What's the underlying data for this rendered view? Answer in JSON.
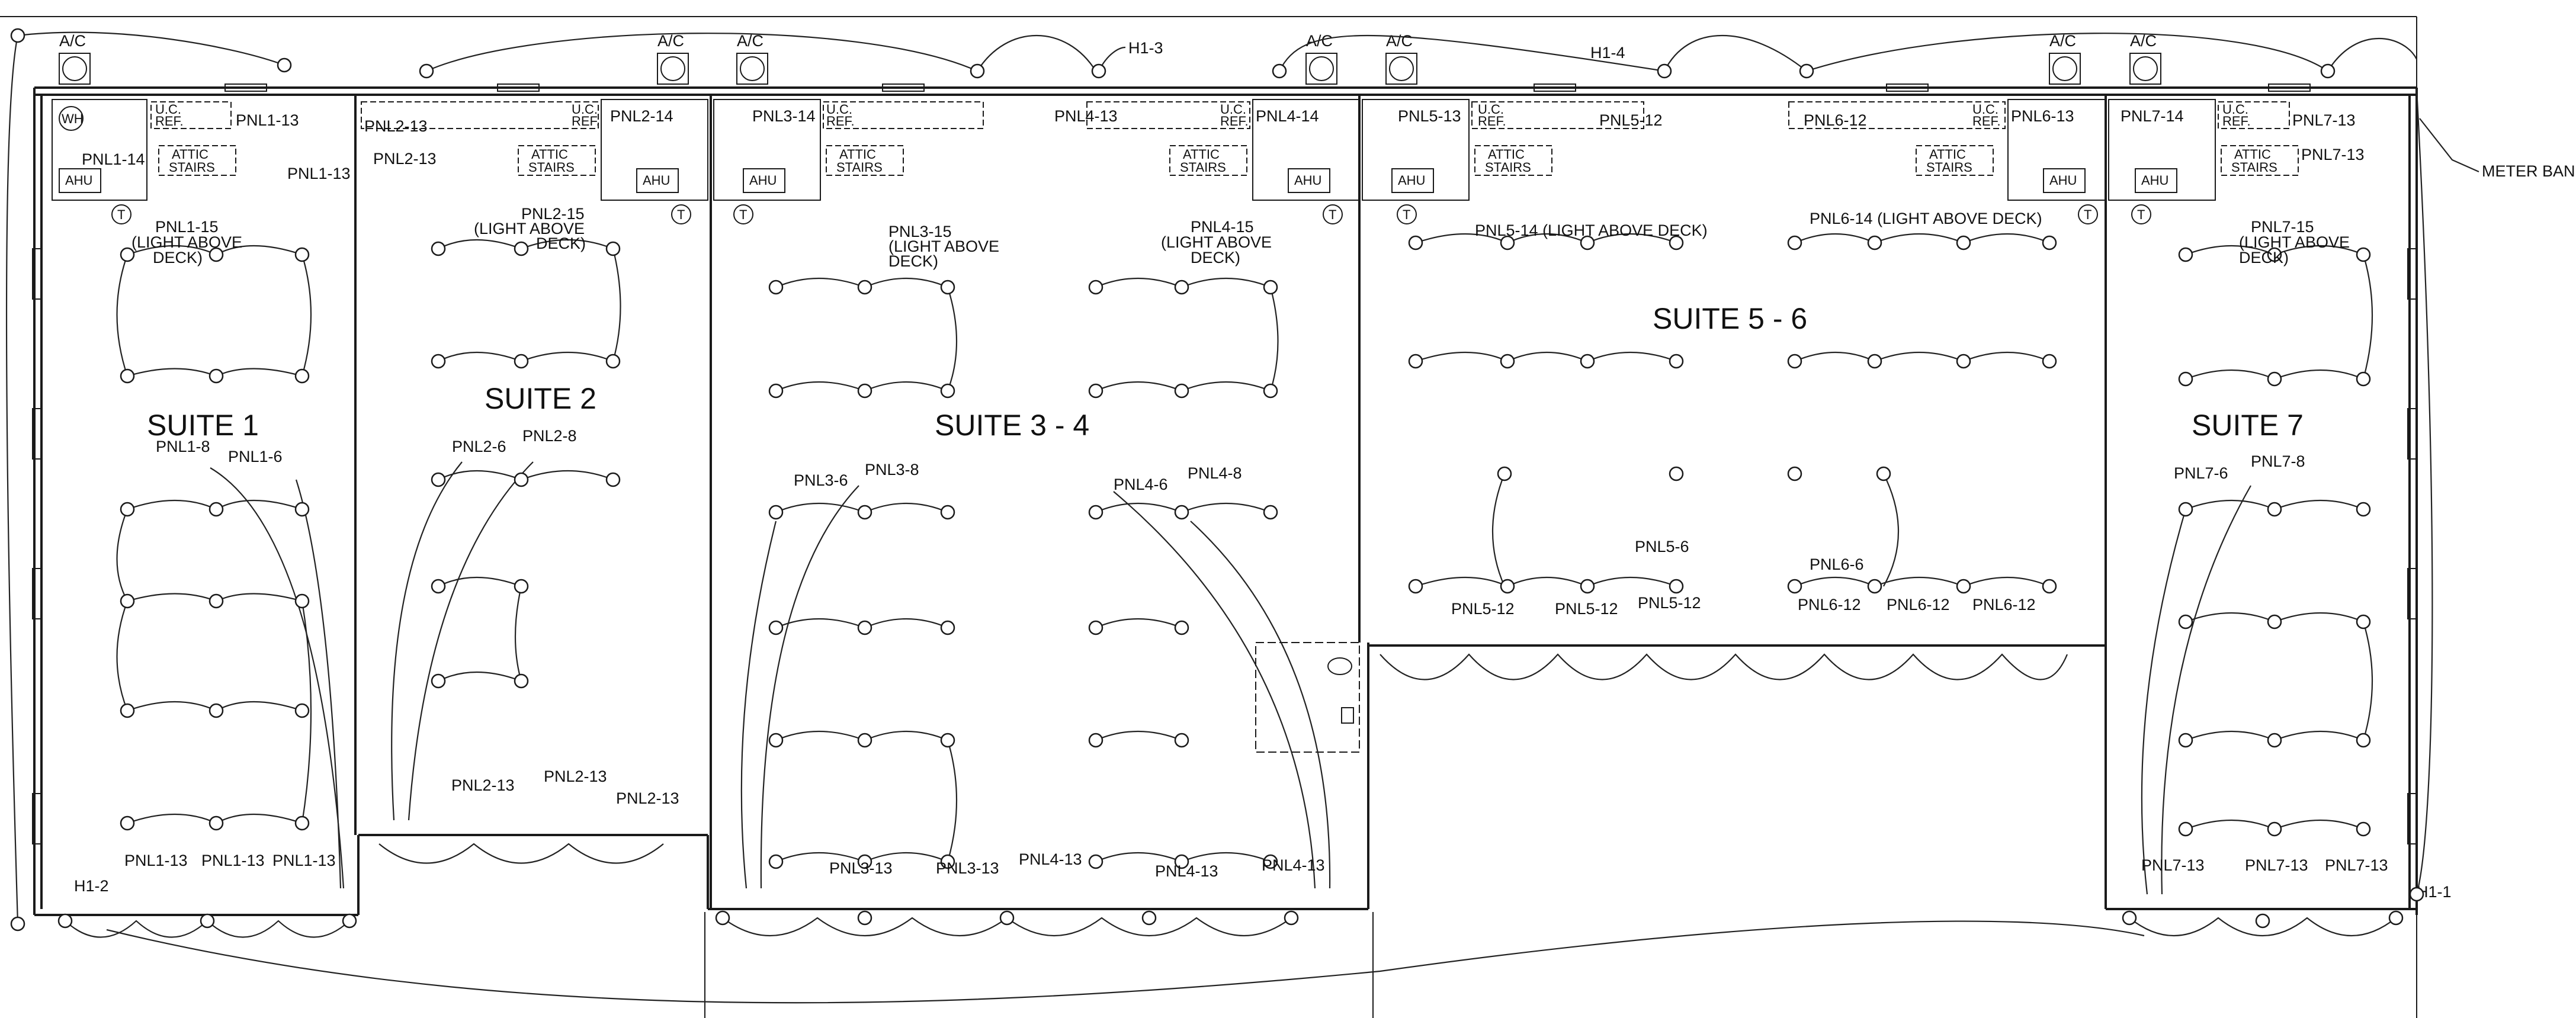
{
  "suites": {
    "s1": "SUITE 1",
    "s2": "SUITE 2",
    "s34": "SUITE 3 - 4",
    "s56": "SUITE 5 - 6",
    "s7": "SUITE 7"
  },
  "ac_label": "A/C",
  "meter": "METER BAN",
  "homeruns": {
    "h11": "H1-1",
    "h12": "H1-2",
    "h13": "H1-3",
    "h14": "H1-4"
  },
  "room_labels": {
    "attic": [
      "ATTIC",
      "STAIRS"
    ],
    "uc_ref": [
      "U.C.",
      "REF."
    ],
    "wh": "WH",
    "ahu": "AHU",
    "pnl": "PNL",
    "thermostat": "T"
  },
  "circuits": {
    "pnl1_13": "PNL1-13",
    "pnl1_14": "PNL1-14",
    "pnl1_15": [
      "PNL1-15",
      "(LIGHT ABOVE",
      "DECK)"
    ],
    "pnl1_8": "PNL1-8",
    "pnl1_6": "PNL1-6",
    "pnl2_13": "PNL2-13",
    "pnl2_14": "PNL2-14",
    "pnl2_15": [
      "PNL2-15",
      "(LIGHT ABOVE",
      "DECK)"
    ],
    "pnl2_6": "PNL2-6",
    "pnl2_8": "PNL2-8",
    "pnl3_13": "PNL3-13",
    "pnl3_14": "PNL3-14",
    "pnl3_15": [
      "PNL3-15",
      "(LIGHT ABOVE",
      "DECK)"
    ],
    "pnl3_6": "PNL3-6",
    "pnl3_8": "PNL3-8",
    "pnl4_13": "PNL4-13",
    "pnl4_14": "PNL4-14",
    "pnl4_15": [
      "PNL4-15",
      "(LIGHT ABOVE",
      "DECK)"
    ],
    "pnl4_6": "PNL4-6",
    "pnl4_8": "PNL4-8",
    "pnl5_12": "PNL5-12",
    "pnl5_13": "PNL5-13",
    "pnl5_14": "PNL5-14 (LIGHT ABOVE DECK)",
    "pnl5_6": "PNL5-6",
    "pnl6_12": "PNL6-12",
    "pnl6_13": "PNL6-13",
    "pnl6_14": "PNL6-14 (LIGHT ABOVE DECK)",
    "pnl6_6": "PNL6-6",
    "pnl7_13": "PNL7-13",
    "pnl7_14": "PNL7-14",
    "pnl7_15": [
      "PNL7-15",
      "(LIGHT ABOVE",
      "DECK)"
    ],
    "pnl7_6": "PNL7-6",
    "pnl7_8": "PNL7-8"
  }
}
